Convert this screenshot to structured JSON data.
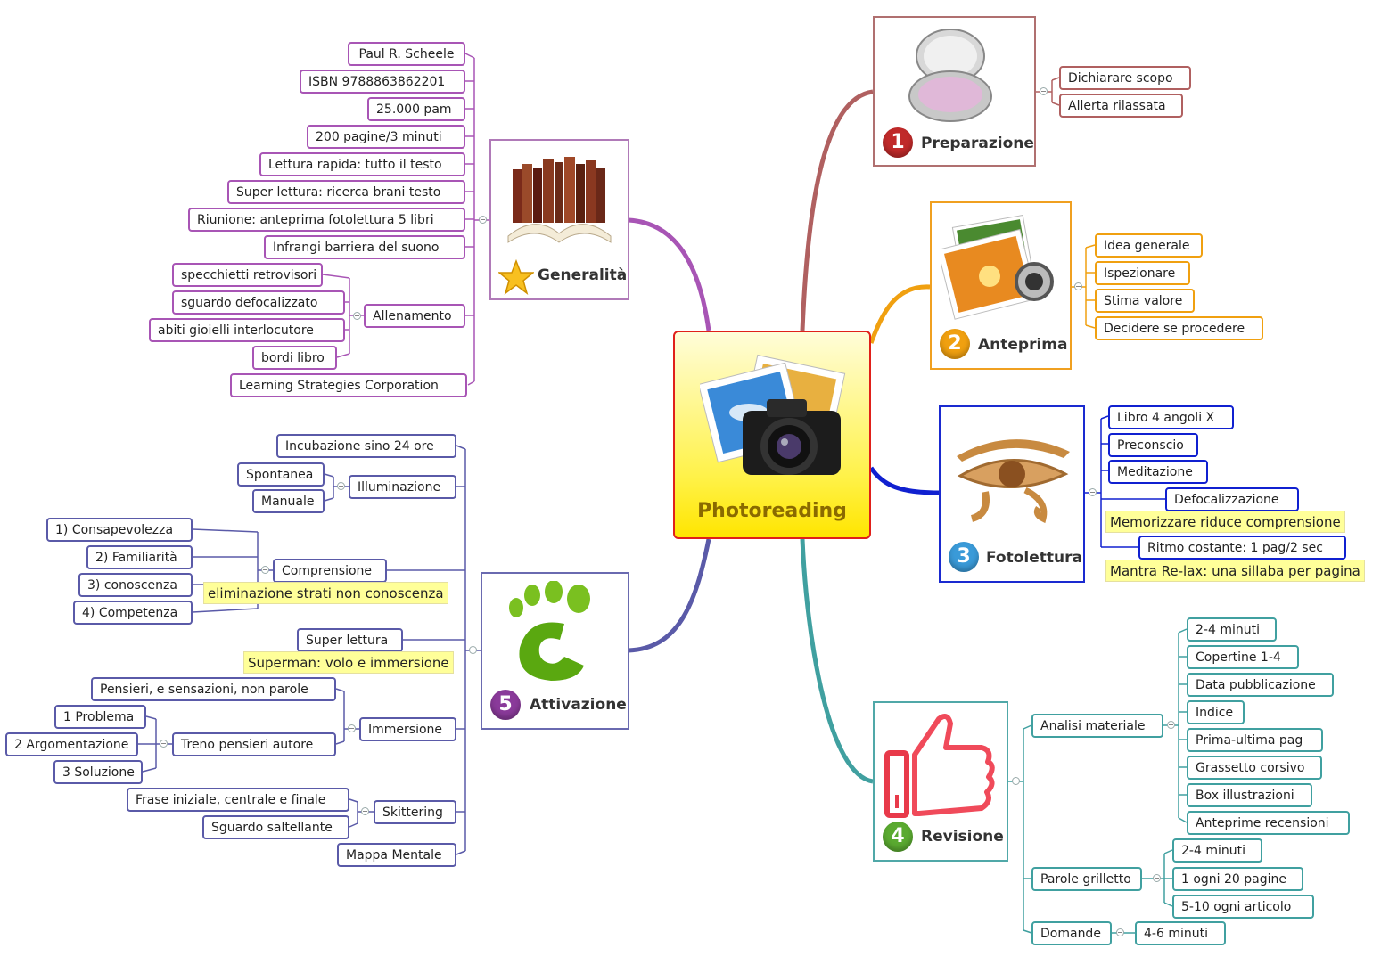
{
  "central": {
    "title": "Photoreading"
  },
  "branches": {
    "generalita": {
      "title": "Generalità",
      "color": "#a855b5",
      "items": [
        "Paul R. Scheele",
        "ISBN 9788863862201",
        "25.000 pam",
        "200 pagine/3 minuti",
        "Lettura rapida: tutto il testo",
        "Super lettura: ricerca brani testo",
        "Riunione: anteprima fotolettura 5 libri",
        "Infrangi barriera del suono",
        "Allenamento",
        "Learning Strategies Corporation"
      ],
      "allenamento": [
        "specchietti retrovisori",
        "sguardo defocalizzato",
        "abiti gioielli interlocutore",
        "bordi libro"
      ]
    },
    "preparazione": {
      "title": "Preparazione",
      "badge": "1",
      "color": "#b06060",
      "items": [
        "Dichiarare scopo",
        "Allerta rilassata"
      ]
    },
    "anteprima": {
      "title": "Anteprima",
      "badge": "2",
      "color": "#f0a010",
      "items": [
        "Idea generale",
        "Ispezionare",
        "Stima valore",
        "Decidere se procedere"
      ]
    },
    "fotolettura": {
      "title": "Fotolettura",
      "badge": "3",
      "color": "#1020d0",
      "items": [
        "Libro 4 angoli X",
        "Preconscio",
        "Meditazione",
        "Defocalizzazione",
        "Ritmo costante: 1 pag/2 sec"
      ],
      "notes": [
        "Memorizzare riduce comprensione",
        "Mantra Re-lax: una sillaba per pagina"
      ]
    },
    "revisione": {
      "title": "Revisione",
      "badge": "4",
      "color": "#40a0a0",
      "items": [
        "Analisi materiale",
        "Parole grilletto",
        "Domande"
      ],
      "analisi": [
        "2-4 minuti",
        "Copertine 1-4",
        "Data pubblicazione",
        "Indice",
        "Prima-ultima pag",
        "Grassetto corsivo",
        "Box illustrazioni",
        "Anteprime recensioni"
      ],
      "grilletto": [
        "2-4 minuti",
        "1 ogni 20 pagine",
        "5-10 ogni articolo"
      ],
      "domande": [
        "4-6 minuti"
      ]
    },
    "attivazione": {
      "title": "Attivazione",
      "badge": "5",
      "color": "#5a5aa8",
      "items": [
        "Incubazione sino 24 ore",
        "Illuminazione",
        "Comprensione",
        "Super lettura",
        "Immersione",
        "Skittering",
        "Mappa Mentale"
      ],
      "illuminazione": [
        "Spontanea",
        "Manuale"
      ],
      "comprensione": [
        "1) Consapevolezza",
        "2) Familiarità",
        "3) conoscenza",
        "4) Competenza"
      ],
      "comprensione_note": "eliminazione strati non conoscenza",
      "super_note": "Superman: volo e immersione",
      "immersione": [
        "Pensieri, e sensazioni, non parole",
        "Treno pensieri autore"
      ],
      "treno": [
        "1 Problema",
        "2 Argomentazione",
        "3 Soluzione"
      ],
      "skittering": [
        "Frase iniziale, centrale e finale",
        "Sguardo saltellante"
      ]
    }
  }
}
